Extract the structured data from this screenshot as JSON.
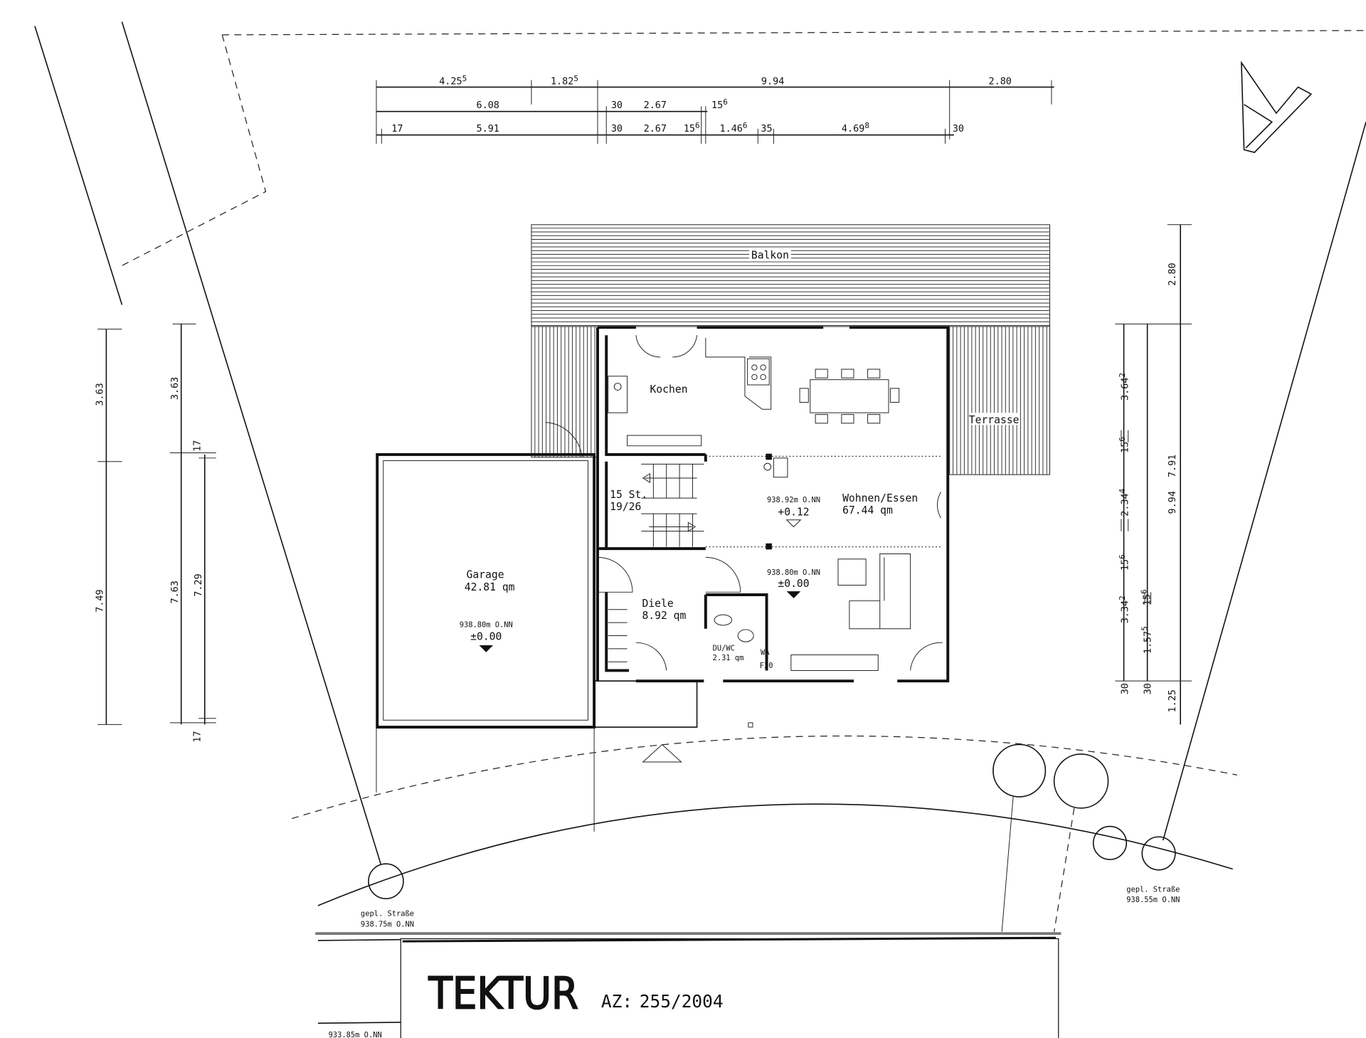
{
  "title": {
    "main": "TEKTUR",
    "az_label": "AZ:",
    "az_number": "255/2004"
  },
  "dimensions": {
    "top": [
      [
        {
          "v": "4.25",
          "s": "5"
        },
        {
          "v": "1.82",
          "s": "5"
        },
        {
          "v": "9.94",
          "s": ""
        },
        {
          "v": "2.80",
          "s": ""
        }
      ],
      [
        {
          "v": "6.08",
          "s": ""
        },
        {
          "v": "30",
          "s": ""
        },
        {
          "v": "2.67",
          "s": ""
        },
        {
          "v": "15",
          "s": "6"
        }
      ],
      [
        {
          "v": "17",
          "s": ""
        },
        {
          "v": "5.91",
          "s": ""
        },
        {
          "v": "30",
          "s": ""
        },
        {
          "v": "2.67",
          "s": ""
        },
        {
          "v": "15",
          "s": "6"
        },
        {
          "v": "1.46",
          "s": "6"
        },
        {
          "v": "35",
          "s": ""
        },
        {
          "v": "4.69",
          "s": "8"
        },
        {
          "v": "30",
          "s": ""
        }
      ]
    ],
    "left": [
      {
        "v": "3.63",
        "s": ""
      },
      {
        "v": "7.49",
        "s": ""
      },
      {
        "v": "3.63",
        "s": ""
      },
      {
        "v": "17",
        "s": ""
      },
      {
        "v": "7.63",
        "s": ""
      },
      {
        "v": "7.29",
        "s": ""
      },
      {
        "v": "17",
        "s": ""
      }
    ],
    "right": [
      {
        "v": "3.64",
        "s": "2"
      },
      {
        "v": "15",
        "s": "6"
      },
      {
        "v": "2.34",
        "s": "4"
      },
      {
        "v": "15",
        "s": "6"
      },
      {
        "v": "3.34",
        "s": "2"
      },
      {
        "v": "30",
        "s": ""
      },
      {
        "v": "7.91",
        "s": ""
      },
      {
        "v": "15",
        "s": "6"
      },
      {
        "v": "1.57",
        "s": "5"
      },
      {
        "v": "30",
        "s": ""
      },
      {
        "v": "2.80",
        "s": ""
      },
      {
        "v": "9.94",
        "s": ""
      },
      {
        "v": "1.25",
        "s": ""
      }
    ]
  },
  "rooms": {
    "balkon": "Balkon",
    "terrasse": "Terrasse",
    "kochen": "Kochen",
    "stairs": {
      "steps": "15 St.",
      "ratio": "19/26"
    },
    "wohnen": {
      "name": "Wohnen/Essen",
      "area": "67.44 qm"
    },
    "garage": {
      "name": "Garage",
      "area": "42.81 qm",
      "elev": "938.80m O.NN",
      "level": "±0.00"
    },
    "diele": {
      "name": "Diele",
      "area": "8.92 qm"
    },
    "duwc": {
      "name": "DU/WC",
      "area": "2.31 qm"
    },
    "wa": "WA",
    "f30": "F30"
  },
  "elevations": {
    "upper": {
      "nn": "938.92m O.NN",
      "level": "+0.12"
    },
    "lower": {
      "nn": "938.80m O.NN",
      "level": "±0.00"
    }
  },
  "road": {
    "left": {
      "name": "gepl. Straße",
      "nn": "938.75m O.NN"
    },
    "right": {
      "name": "gepl. Straße",
      "nn": "938.55m O.NN"
    },
    "bottom_nn": "933.85m O.NN"
  }
}
